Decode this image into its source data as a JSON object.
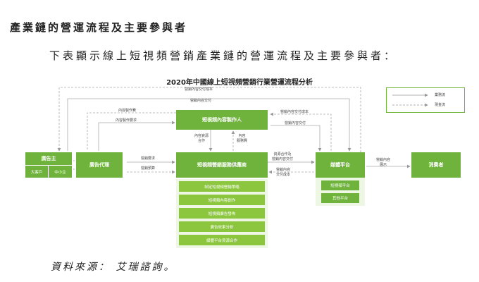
{
  "header": "產業鏈的營運流程及主要參與者",
  "intro": "下表顯示線上短視頻營銷產業鏈的營運流程及主要參與者：",
  "diagram": {
    "title": "2020年中國線上短視頻營銷行業營運流程分析",
    "nodes": {
      "advertiser": "廣告主",
      "advertiser_sub1": "大客戶",
      "advertiser_sub2": "中小企",
      "ad_agency": "廣告代理",
      "producer": "短視頻內容製作人",
      "provider": "短視頻營銷服務供應商",
      "provider_services": [
        "制定短視頻營銷策略",
        "短視頻內容創作",
        "短視頻廣告發佈",
        "廣告效果分析",
        "媒體平台資源合作"
      ],
      "media": "媒體平台",
      "media_sub1": "短視頻平台",
      "media_sub2": "其他平台",
      "consumer": "消費者"
    },
    "labels": {
      "top1": "營銷內容交付成本",
      "top2": "營銷內容交付",
      "cost_left": "內容製作費",
      "req_left": "內容製作要求",
      "cost_right": "營銷內容交付成本",
      "deliver_right": "營銷內容交付",
      "down_left1": "內容資源",
      "down_left2": "合作",
      "down_right1": "內容",
      "down_right2": "服務費",
      "mid_req": "營銷要求",
      "mid_budget": "營銷預算",
      "to_media1": "資源合作及",
      "to_media2": "營銷內容交付",
      "from_media1": "營銷內容",
      "from_media2": "交付成本",
      "display1": "營銷內容",
      "display2": "展示"
    },
    "legend": {
      "business": "業務流",
      "cash": "現金流"
    },
    "colors": {
      "dark_green": "#6fb33c",
      "light_green": "#8cc63f",
      "line": "#999999"
    }
  },
  "source": "資料來源： 艾瑞諮詢。"
}
